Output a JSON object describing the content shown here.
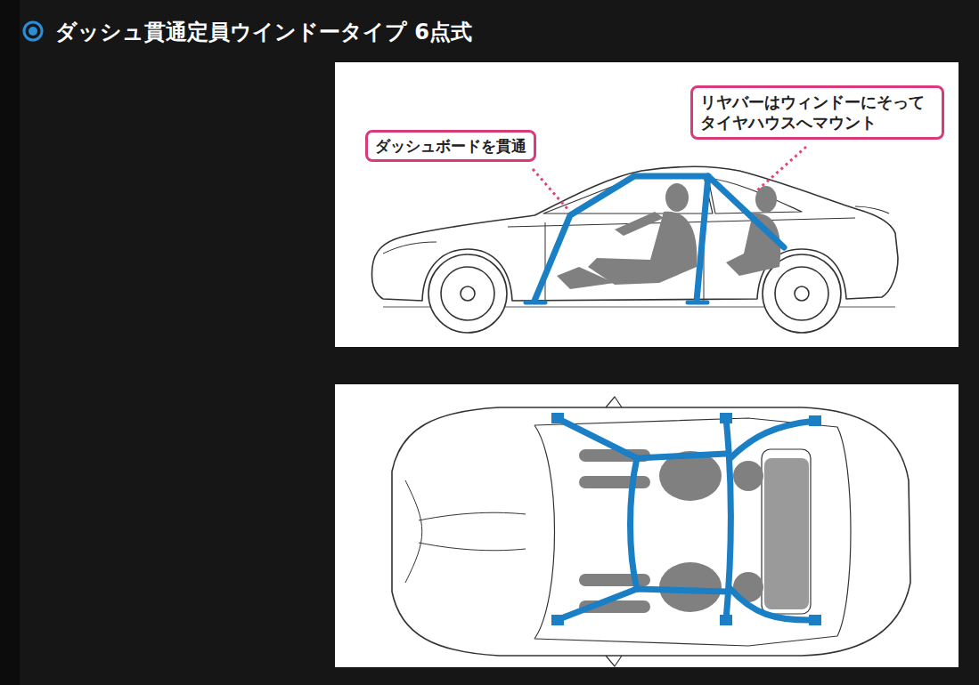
{
  "diagram": {
    "title": "ダッシュ貫通定員ウインドータイプ 6点式",
    "nodes": [
      {
        "text": [
          "ダッシュボードを貫通"
        ]
      },
      {
        "text": [
          "リヤバーはウィンドーにそって タイヤハウスへマウント"
        ]
      }
    ]
  }
}
